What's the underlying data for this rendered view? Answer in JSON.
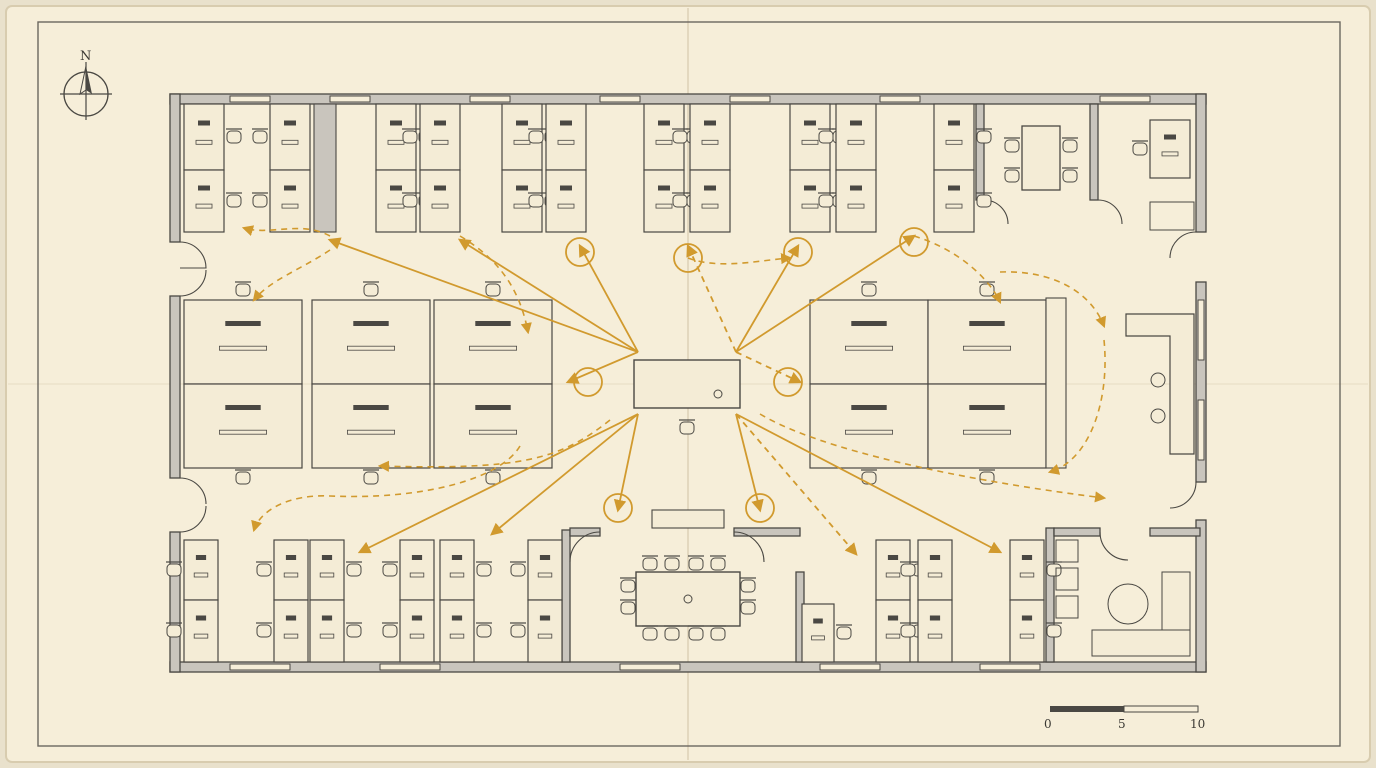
{
  "compass": {
    "label": "N"
  },
  "scale_bar": {
    "ticks": [
      "0",
      "5",
      "10"
    ]
  },
  "colors": {
    "paper": "#f6eed9",
    "paper_edge": "#e2d7bd",
    "ink": "#4a4843",
    "wall_fill": "#c9c5bd",
    "desk_fill": "#f4ecd6",
    "flow": "#d19a2e"
  }
}
